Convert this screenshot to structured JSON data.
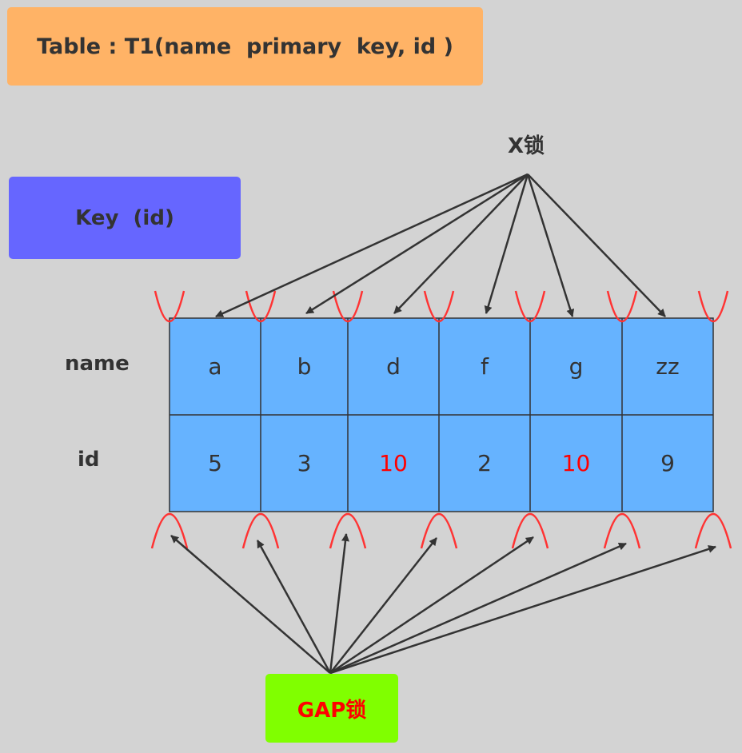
{
  "title": "Table : T1(name  primary  key, id )",
  "index_label": "Key  (id)",
  "x_lock_label": "X锁",
  "gap_lock_label": "GAP锁",
  "row_labels": {
    "name": "name",
    "id": "id"
  },
  "columns": [
    {
      "name": "a",
      "id": "5",
      "highlight": false
    },
    {
      "name": "b",
      "id": "3",
      "highlight": false
    },
    {
      "name": "d",
      "id": "10",
      "highlight": true
    },
    {
      "name": "f",
      "id": "2",
      "highlight": false
    },
    {
      "name": "g",
      "id": "10",
      "highlight": true
    },
    {
      "name": "zz",
      "id": "9",
      "highlight": false
    }
  ],
  "colors": {
    "title_box": "#ffb366",
    "index_box": "#6666ff",
    "gap_box": "#80ff00",
    "cell_fill": "#66b3ff",
    "highlight_text": "#ff0000",
    "gap_marker": "#ff3333",
    "arrow": "#333333"
  }
}
